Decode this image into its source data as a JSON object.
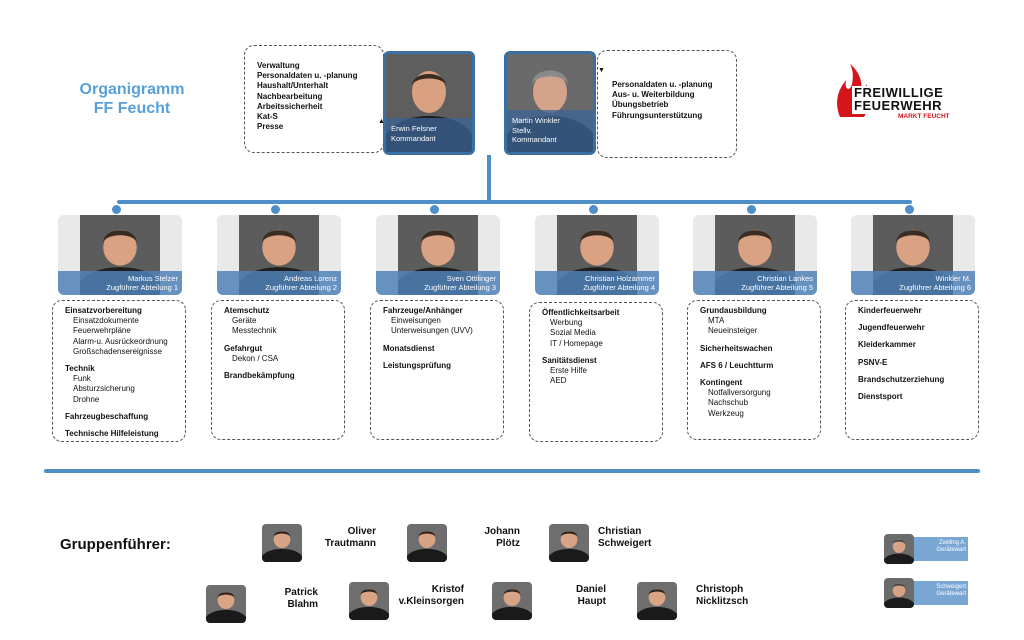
{
  "title": {
    "line1": "Organigramm",
    "line2": "FF Feucht"
  },
  "logo": {
    "line1": "FREIWILLIGE",
    "line2": "FEUERWEHR",
    "line3": "MARKT FEUCHT"
  },
  "leaders": {
    "commander": {
      "name": "Erwin Felsner",
      "role": "Kommandant",
      "tasks": [
        "Verwaltung",
        "Personaldaten u. -planung",
        "Haushalt/Unterhalt",
        "Nachbearbeitung",
        "Arbeitssicherheit",
        "Kat-S",
        "Presse"
      ]
    },
    "deputy": {
      "name": "Martin Winkler",
      "role_line1": "Stellv.",
      "role_line2": "Kommandant",
      "tasks": [
        "Personaldaten u. -planung",
        "Aus- u. Weiterbildung",
        "Übungsbetrieb",
        "Führungsunterstützung"
      ]
    }
  },
  "divisions": [
    {
      "name": "Markus Stelzer",
      "role": "Zugführer Abteilung 1",
      "groups": [
        {
          "head": "Einsatzvorbereitung",
          "items": [
            "Einsatzdokumente",
            "Feuerwehrpläne",
            "Alarm-u. Ausrückeordnung",
            "Großschadensereignisse"
          ]
        },
        {
          "head": "Technik",
          "items": [
            "Funk",
            "Absturzsicherung",
            "Drohne"
          ]
        },
        {
          "head": "Fahrzeugbeschaffung",
          "items": []
        },
        {
          "head": "Technische Hilfeleistung",
          "items": []
        }
      ]
    },
    {
      "name": "Andreas Lorenz",
      "role": "Zugführer Abteilung 2",
      "groups": [
        {
          "head": "Atemschutz",
          "items": [
            "Geräte",
            "Messtechnik"
          ]
        },
        {
          "head": "Gefahrgut",
          "items": [
            "Dekon / CSA"
          ]
        },
        {
          "head": "Brandbekämpfung",
          "items": []
        }
      ]
    },
    {
      "name": "Sven Ottilinger",
      "role": "Zugführer Abteilung 3",
      "groups": [
        {
          "head": "Fahrzeuge/Anhänger",
          "items": [
            "Einweisungen",
            "Unterweisungen (UVV)"
          ]
        },
        {
          "head": "Monatsdienst",
          "items": []
        },
        {
          "head": "Leistungsprüfung",
          "items": []
        }
      ]
    },
    {
      "name": "Christian Holzammer",
      "role": "Zugführer Abteilung 4",
      "groups": [
        {
          "head": "Öffentlichkeitsarbeit",
          "items": [
            "Werbung",
            "Sozial Media",
            "IT / Homepage"
          ]
        },
        {
          "head": "Sanitätsdienst",
          "items": [
            "Erste Hilfe",
            "AED"
          ]
        }
      ]
    },
    {
      "name": "Christian Lankes",
      "role": "Zugführer Abteilung 5",
      "groups": [
        {
          "head": "Grundausbildung",
          "items": [
            "MTA",
            "Neueinsteiger"
          ]
        },
        {
          "head": "Sicherheitswachen",
          "items": []
        },
        {
          "head": "AFS 6 / Leuchtturm",
          "items": []
        },
        {
          "head": "Kontingent",
          "items": [
            "Notfallversorgung",
            "Nachschub",
            "Werkzeug"
          ]
        }
      ]
    },
    {
      "name": "Winkler M.",
      "role": "Zugführer Abteilung 6",
      "groups": [
        {
          "head": "Kinderfeuerwehr",
          "items": []
        },
        {
          "head": "Jugendfeuerwehr",
          "items": []
        },
        {
          "head": "Kleiderkammer",
          "items": []
        },
        {
          "head": "PSNV-E",
          "items": []
        },
        {
          "head": "Brandschutzerziehung",
          "items": []
        },
        {
          "head": "Dienstsport",
          "items": []
        }
      ]
    }
  ],
  "group_leaders": {
    "label": "Gruppenführer:",
    "people": [
      {
        "first": "Oliver",
        "last": "Trautmann"
      },
      {
        "first": "Johann",
        "last": "Plötz"
      },
      {
        "first": "Christian",
        "last": "Schweigert"
      },
      {
        "first": "Patrick",
        "last": "Blahm"
      },
      {
        "first": "Kristof",
        "last": "v.Kleinsorgen"
      },
      {
        "first": "Daniel",
        "last": "Haupt"
      },
      {
        "first": "Christoph",
        "last": "Nicklitzsch"
      }
    ]
  },
  "equipment_wardens": [
    {
      "name": "Zwilling A.",
      "role": "Gerätewart"
    },
    {
      "name": "Schweigert",
      "role": "Gerätewart"
    }
  ]
}
